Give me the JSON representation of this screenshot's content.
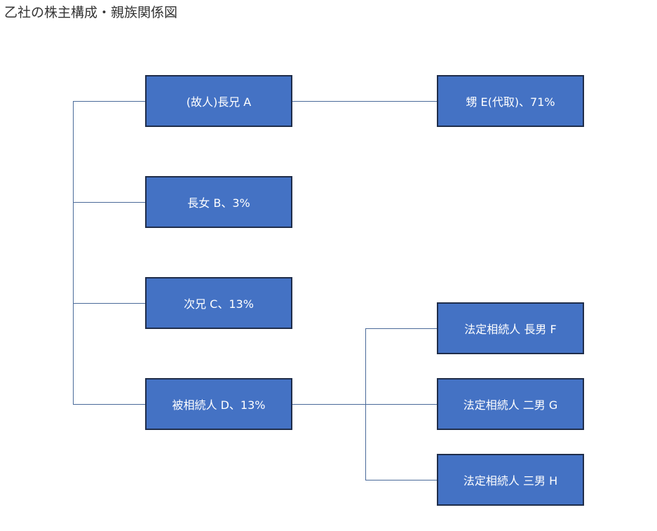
{
  "title": "乙社の株主構成・親族関係図",
  "colors": {
    "node_fill": "#4472c4",
    "node_border": "#1f2d4a",
    "connector": "#4a6a99",
    "node_text": "#ffffff"
  },
  "nodes": {
    "elder_brother_a": "(故人)長兄 A",
    "nephew_e": "甥 E(代取)、71%",
    "eldest_daughter_b": "長女 B、3%",
    "second_brother_c": "次兄 C、13%",
    "decedent_d": "被相続人 D、13%",
    "heir_eldest_son_f": "法定相続人 長男 F",
    "heir_second_son_g": "法定相続人 二男 G",
    "heir_third_son_h": "法定相続人 三男 H"
  }
}
